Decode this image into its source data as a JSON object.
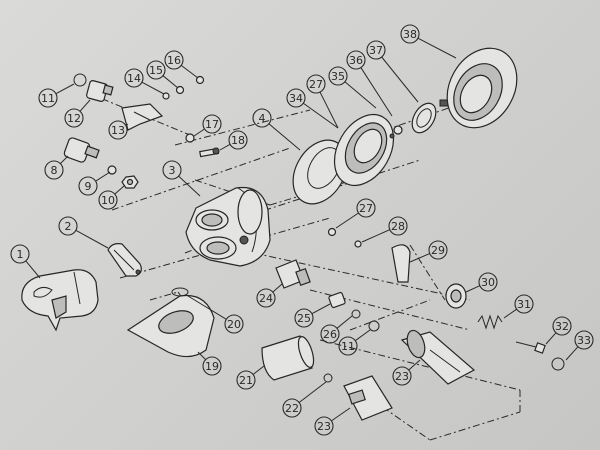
{
  "diagram": {
    "callouts": [
      {
        "id": "p1",
        "label": "1"
      },
      {
        "id": "p2",
        "label": "2"
      },
      {
        "id": "p3",
        "label": "3"
      },
      {
        "id": "p4",
        "label": "4"
      },
      {
        "id": "p8",
        "label": "8"
      },
      {
        "id": "p9",
        "label": "9"
      },
      {
        "id": "p10",
        "label": "10"
      },
      {
        "id": "p11a",
        "label": "11"
      },
      {
        "id": "p11b",
        "label": "11"
      },
      {
        "id": "p12",
        "label": "12"
      },
      {
        "id": "p13",
        "label": "13"
      },
      {
        "id": "p14",
        "label": "14"
      },
      {
        "id": "p15",
        "label": "15"
      },
      {
        "id": "p16",
        "label": "16"
      },
      {
        "id": "p17",
        "label": "17"
      },
      {
        "id": "p18",
        "label": "18"
      },
      {
        "id": "p19",
        "label": "19"
      },
      {
        "id": "p20",
        "label": "20"
      },
      {
        "id": "p21",
        "label": "21"
      },
      {
        "id": "p22",
        "label": "22"
      },
      {
        "id": "p23a",
        "label": "23"
      },
      {
        "id": "p23b",
        "label": "23"
      },
      {
        "id": "p24",
        "label": "24"
      },
      {
        "id": "p25",
        "label": "25"
      },
      {
        "id": "p26",
        "label": "26"
      },
      {
        "id": "p27a",
        "label": "27"
      },
      {
        "id": "p27b",
        "label": "27"
      },
      {
        "id": "p28",
        "label": "28"
      },
      {
        "id": "p29",
        "label": "29"
      },
      {
        "id": "p30",
        "label": "30"
      },
      {
        "id": "p31",
        "label": "31"
      },
      {
        "id": "p32",
        "label": "32"
      },
      {
        "id": "p33",
        "label": "33"
      },
      {
        "id": "p34",
        "label": "34"
      },
      {
        "id": "p35",
        "label": "35"
      },
      {
        "id": "p36",
        "label": "36"
      },
      {
        "id": "p37",
        "label": "37"
      },
      {
        "id": "p38",
        "label": "38"
      }
    ]
  }
}
